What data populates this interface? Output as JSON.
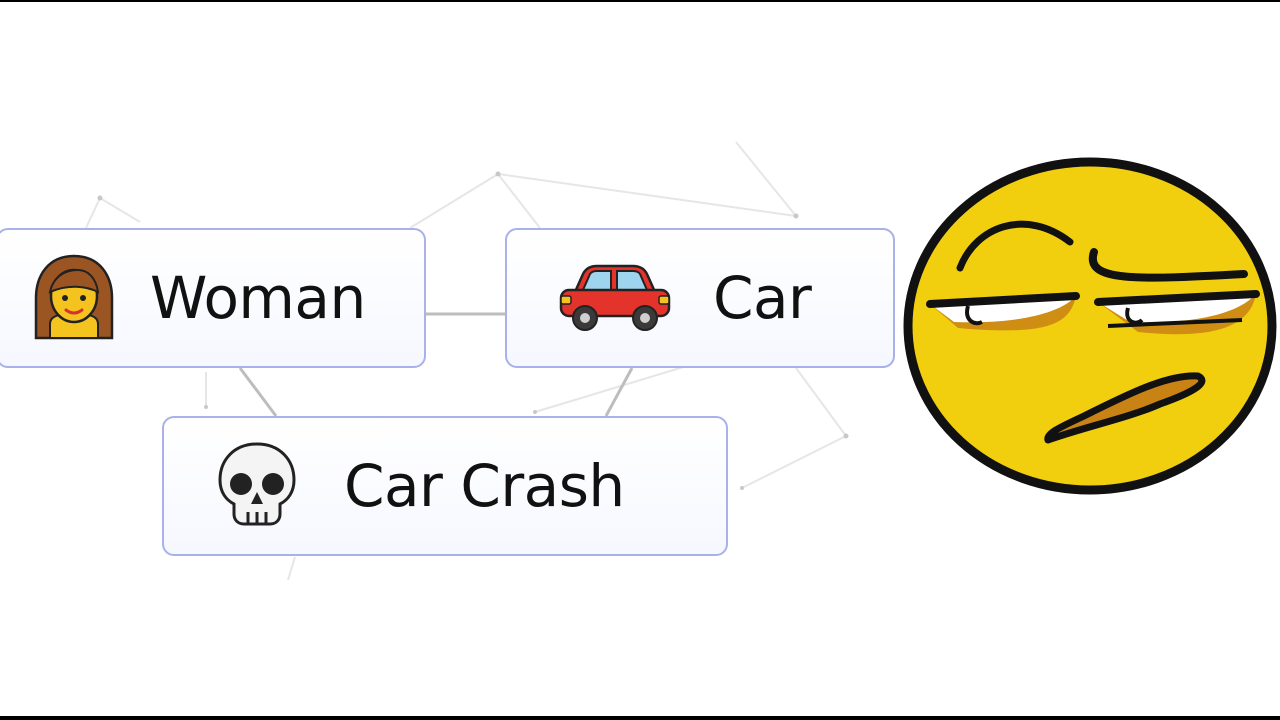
{
  "elements": [
    {
      "id": "woman",
      "label": "Woman",
      "icon": "woman-emoji-icon"
    },
    {
      "id": "car",
      "label": "Car",
      "icon": "red-car-emoji-icon"
    },
    {
      "id": "crash",
      "label": "Car Crash",
      "icon": "skull-emoji-icon"
    }
  ],
  "reaction": {
    "icon": "skeptical-face-icon"
  },
  "colors": {
    "tile_border": "#a9b0ea",
    "face_yellow": "#f1cf0f",
    "face_outline": "#111111",
    "connector_line": "#bdbdbd"
  }
}
